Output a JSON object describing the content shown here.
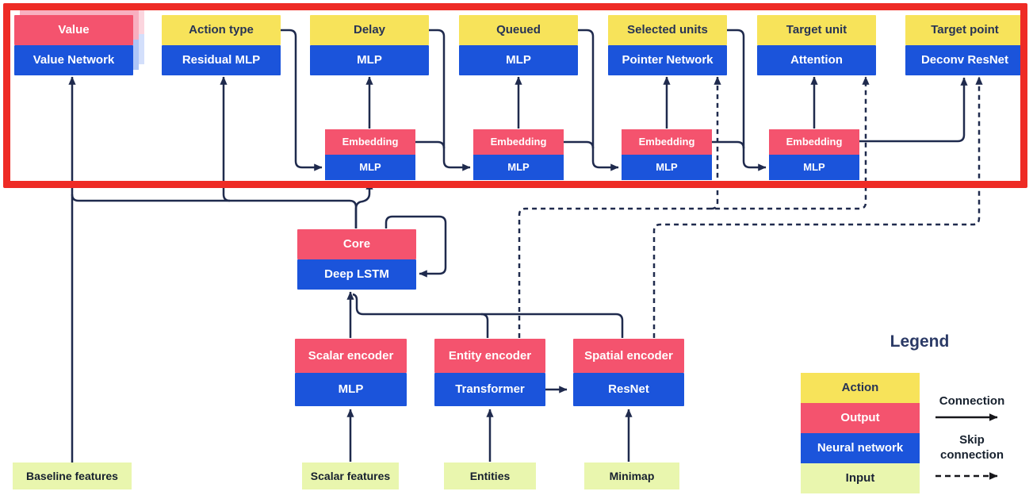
{
  "palette": {
    "action_yellow": "#F7E35A",
    "output_pink": "#F4536E",
    "network_blue": "#1B54DB",
    "input_green": "#E9F6AE",
    "connector_navy": "#1F2A4D",
    "highlight_red": "#EE2B25"
  },
  "highlight_frame": {
    "shape": "rectangle",
    "color": "#EE2B25"
  },
  "heads": [
    {
      "output": "Value",
      "network": "Value Network"
    },
    {
      "output": "Action type",
      "network": "Residual MLP"
    },
    {
      "output": "Delay",
      "network": "MLP"
    },
    {
      "output": "Queued",
      "network": "MLP"
    },
    {
      "output": "Selected units",
      "network": "Pointer Network"
    },
    {
      "output": "Target unit",
      "network": "Attention"
    },
    {
      "output": "Target point",
      "network": "Deconv ResNet"
    }
  ],
  "embeddings": [
    {
      "output": "Embedding",
      "network": "MLP"
    },
    {
      "output": "Embedding",
      "network": "MLP"
    },
    {
      "output": "Embedding",
      "network": "MLP"
    },
    {
      "output": "Embedding",
      "network": "MLP"
    }
  ],
  "core": {
    "output": "Core",
    "network": "Deep LSTM"
  },
  "encoders": [
    {
      "output": "Scalar encoder",
      "network": "MLP"
    },
    {
      "output": "Entity encoder",
      "network": "Transformer"
    },
    {
      "output": "Spatial encoder",
      "network": "ResNet"
    }
  ],
  "inputs": [
    {
      "label": "Baseline features"
    },
    {
      "label": "Scalar features"
    },
    {
      "label": "Entities"
    },
    {
      "label": "Minimap"
    }
  ],
  "legend": {
    "title": "Legend",
    "items": [
      {
        "label": "Action",
        "color": "#F7E35A"
      },
      {
        "label": "Output",
        "color": "#F4536E"
      },
      {
        "label": "Neural network",
        "color": "#1B54DB"
      },
      {
        "label": "Input",
        "color": "#E9F6AE"
      }
    ],
    "connection_label": "Connection",
    "skip_connection_label": "Skip connection"
  }
}
